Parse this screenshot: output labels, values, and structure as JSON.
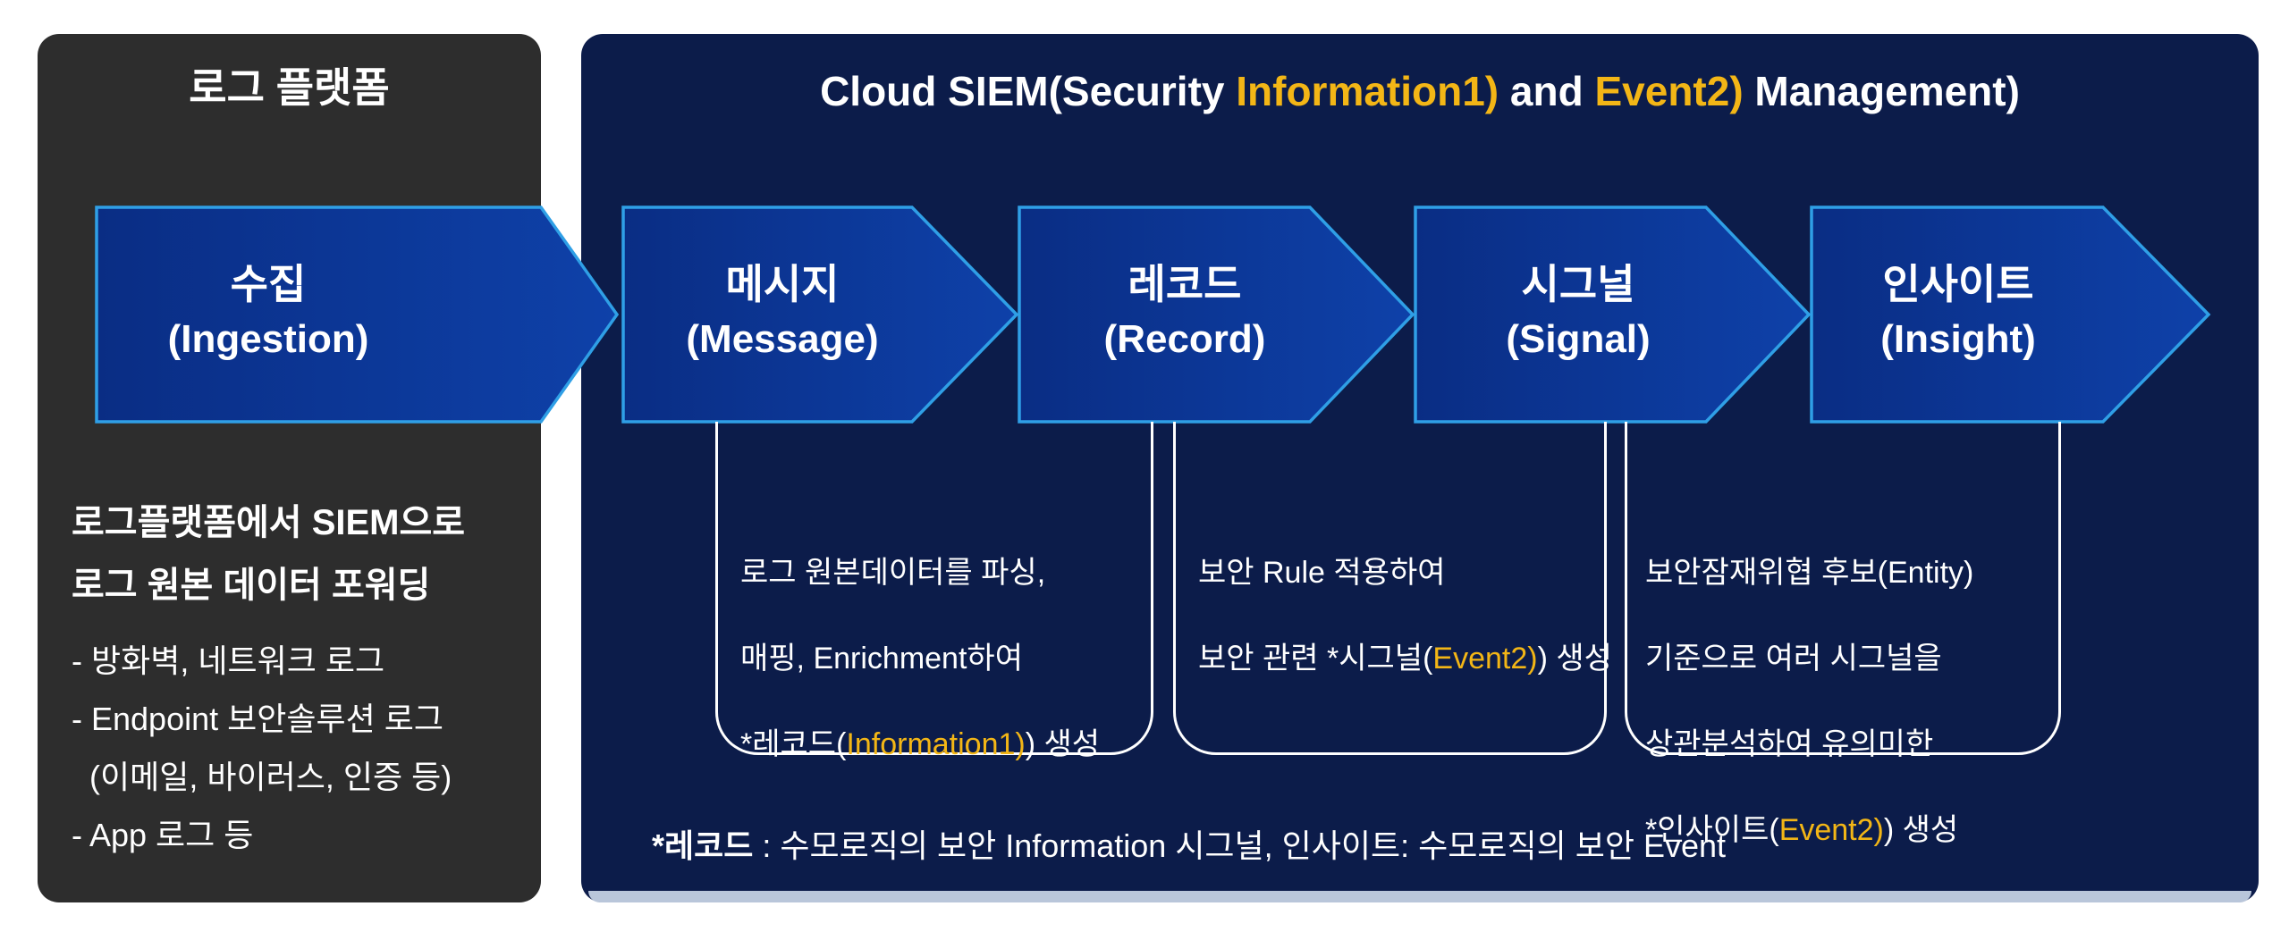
{
  "left_panel": {
    "title": "로그 플랫폼",
    "bold_line1": "로그플랫폼에서 SIEM으로",
    "bold_line2": "로그 원본 데이터 포워딩",
    "item1": "- 방화벽, 네트워크 로그",
    "item2": "- Endpoint 보안솔루션 로그",
    "item3": "(이메일, 바이러스, 인증 등)",
    "item4": "- App 로그 등"
  },
  "siem_panel": {
    "title": {
      "pre": "Cloud SIEM(Security ",
      "hl1": "Information1)",
      "mid": " and ",
      "hl2": "Event2)",
      "post": " Management)"
    },
    "footnote": {
      "bold": "*레코드",
      "rest": " : 수모로직의 보안 Information 시그널, 인사이트: 수모로직의 보안 Event"
    }
  },
  "pipeline": {
    "stages": [
      {
        "ko": "수집",
        "en": "(Ingestion)"
      },
      {
        "ko": "메시지",
        "en": "(Message)"
      },
      {
        "ko": "레코드",
        "en": "(Record)"
      },
      {
        "ko": "시그널",
        "en": "(Signal)"
      },
      {
        "ko": "인사이트",
        "en": "(Insight)"
      }
    ]
  },
  "callouts": [
    {
      "lines": [
        {
          "pre": "로그 원본데이터를 파싱,"
        },
        {
          "pre": "매핑, Enrichment하여"
        },
        {
          "pre": "*레코드(",
          "hl": "Information1)",
          "post": ") 생성"
        }
      ]
    },
    {
      "lines": [
        {
          "pre": "보안 Rule 적용하여"
        },
        {
          "pre": "보안 관련 *시그널(",
          "hl": "Event2)",
          "post": ") 생성"
        }
      ]
    },
    {
      "lines": [
        {
          "pre": "보안잠재위협 후보(Entity)"
        },
        {
          "pre": "기준으로 여러 시그널을"
        },
        {
          "pre": "상관분석하여 유의미한"
        },
        {
          "pre": "*인사이트(",
          "hl": "Event2)",
          "post": ") 생성"
        }
      ]
    }
  ],
  "colors": {
    "page_background": "#ffffff",
    "dark_panel": "#2d2d2d",
    "navy_panel": "#0c1c4a",
    "arrow_fill_start": "#0a2d84",
    "arrow_fill_end": "#0e41a9",
    "arrow_border": "#2f9fe6",
    "highlight_yellow": "#f3b616",
    "callout_border": "#ffffff",
    "bottom_strip": "#b9c6da",
    "text": "#ffffff"
  }
}
